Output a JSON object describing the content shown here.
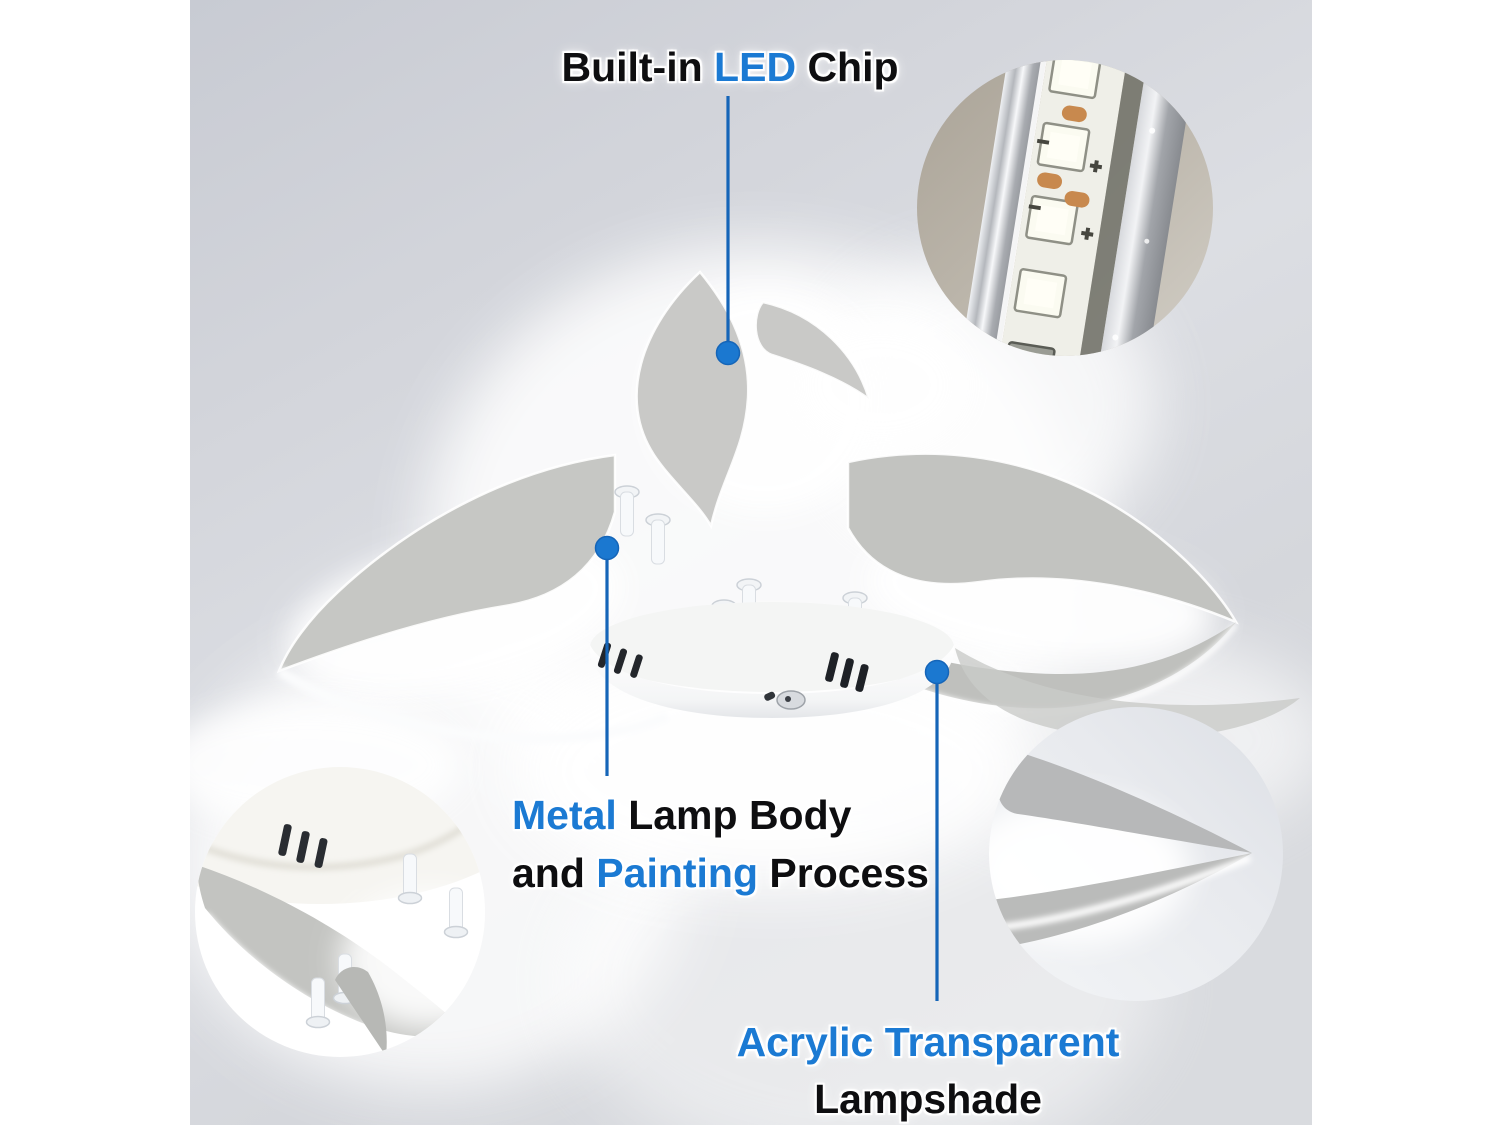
{
  "image": {
    "kind": "annotated product feature photo",
    "subject": "LED ceiling light with three curved petal lampshades"
  },
  "labels": {
    "led_chip": {
      "pre": "Built-in ",
      "accent": "LED",
      "post": " Chip"
    },
    "lamp_body": {
      "line1_accent": "Metal",
      "line1_rest": " Lamp Body",
      "line2_pre": "and ",
      "line2_accent": "Painting",
      "line2_post": " Process"
    },
    "lampshade": {
      "line1": "Acrylic Transparent",
      "line2": "Lampshade"
    }
  },
  "insets": {
    "top_right": "led-strip-macro",
    "bottom_left": "lamp-body-macro",
    "bottom_right": "lampshade-macro"
  },
  "colors": {
    "accent_blue": "#1b7ad3",
    "callout_line_blue": "#1565b8",
    "callout_dot_blue": "#1b78d0",
    "text_black": "#0e0e10",
    "photo_background_gray": "#d6d8dd",
    "canvas_white": "#ffffff",
    "lamp_gray": "#c4c5c2",
    "led_pad_copper": "#c8894e"
  }
}
